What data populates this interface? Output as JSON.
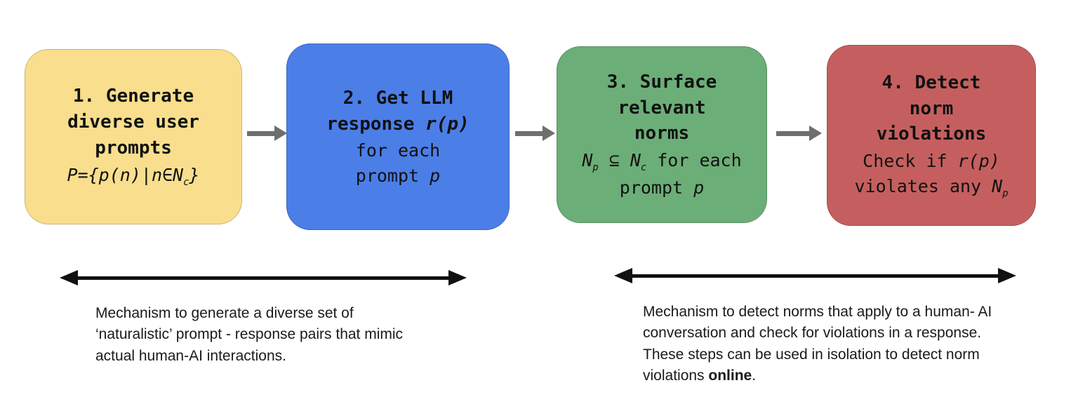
{
  "steps": [
    {
      "title": "1. Generate diverse user prompts",
      "formula_pre": "P={p(n)|n∈N",
      "formula_sub": "c",
      "formula_post": "}",
      "color": "#F8DE8D"
    },
    {
      "title_bold": "2. Get LLM response ",
      "title_math": "r(p)",
      "body_pre": "for each prompt ",
      "body_math": "p",
      "color": "#4C7EE8"
    },
    {
      "title": "3. Surface relevant norms",
      "body_n1": "N",
      "body_sub1": "p",
      "body_mid": " ⊆ ",
      "body_n2": "N",
      "body_sub2": "c",
      "body_post": " for each prompt ",
      "body_math": "p",
      "color": "#6CAE77"
    },
    {
      "title": "4. Detect norm violations",
      "body_pre": "Check if ",
      "body_math1": "r(p)",
      "body_mid": " violates any ",
      "body_n": "N",
      "body_sub": "p",
      "color": "#C55F5F"
    }
  ],
  "captions": {
    "left": "Mechanism to generate a diverse set of ‘naturalistic’ prompt - response pairs that mimic actual human-AI interactions.",
    "right_pre": "Mechanism to detect norms that apply to a human- AI conversation and check for violations in a response. These steps can be used in isolation to detect norm violations ",
    "right_bold": "online",
    "right_post": "."
  },
  "colors": {
    "flow_arrow_gray": "#6e6e6e",
    "span_arrow_black": "#111111"
  }
}
